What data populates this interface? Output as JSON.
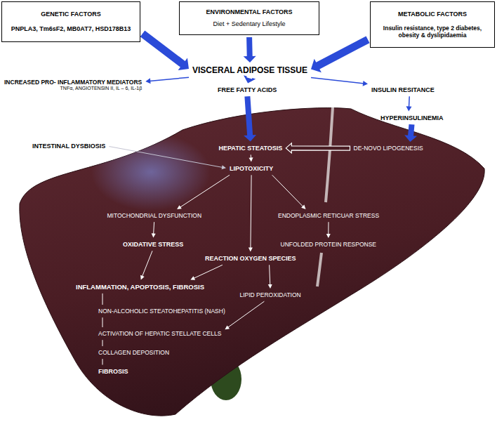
{
  "diagram": {
    "nodes": [
      {
        "text": [
          "GENETIC FACTORS",
          "PNPLA3, Tm6sF2, MB0AT7, HSD178B13"
        ]
      },
      {
        "text": [
          "ENVIRONMENTAL FACTORS",
          "Diet + Sedentary Lifestyle"
        ]
      },
      {
        "text": [
          "METABOLIC FACTORS",
          "Insulin resistance, type 2 diabetes, obesity & dyslipidaemia"
        ]
      },
      {
        "text": [
          "VISCERAL ADIPOSE TISSUE"
        ]
      },
      {
        "text": [
          "INCREASED PRO- INFLAMMATORY MEDIATORS",
          "TNFα, ANGIOTENSIN II, IL – 6, IL-1β"
        ]
      },
      {
        "text": [
          "FREE FATTY ACIDS"
        ]
      },
      {
        "text": [
          "INSULIN RESITANCE"
        ]
      },
      {
        "text": [
          "HYPERINSULINEMIA"
        ]
      },
      {
        "text": [
          "INTESTINAL DYSBIOSIS"
        ]
      },
      {
        "text": [
          "HEPATIC STEATOSIS"
        ]
      },
      {
        "text": [
          "DE-NOVO LIPOGENESIS"
        ]
      },
      {
        "text": [
          "LIPOTOXICITY"
        ]
      },
      {
        "text": [
          "MITOCHONDRIAL DYSFUNCTION"
        ]
      },
      {
        "text": [
          "ENDOPLASMIC RETICUAR STRESS"
        ]
      },
      {
        "text": [
          "OXIDATIVE STRESS"
        ]
      },
      {
        "text": [
          "UNFOLDED PROTEIN RESPONSE"
        ]
      },
      {
        "text": [
          "REACTION OXYGEN SPECIES"
        ]
      },
      {
        "text": [
          "INFLAMMATION, APOPTOSIS, FIBROSIS"
        ]
      },
      {
        "text": [
          "LIPID PEROXIDATION"
        ]
      },
      {
        "text": [
          "NON-ALCOHOLIC STEATOHEPATITIS (NASH)"
        ]
      },
      {
        "text": [
          "ACTIVATION OF HEPATIC STELLATE CELLS"
        ]
      },
      {
        "text": [
          "COLLAGEN DEPOSITION"
        ]
      },
      {
        "text": [
          "FIBROSIS"
        ]
      }
    ],
    "edges": [
      {
        "from": 0,
        "to": 3,
        "arrow": "to"
      },
      {
        "from": 1,
        "to": 3,
        "arrow": "to"
      },
      {
        "from": 2,
        "to": 3,
        "arrow": "to"
      },
      {
        "from": 3,
        "to": 4,
        "arrow": "to"
      },
      {
        "from": 3,
        "to": 5,
        "arrow": "to"
      },
      {
        "from": 3,
        "to": 6,
        "arrow": "to"
      },
      {
        "from": 6,
        "to": 7,
        "arrow": "to"
      },
      {
        "from": 7,
        "to": 10,
        "arrow": "to"
      },
      {
        "from": 10,
        "to": 9,
        "arrow": "to"
      },
      {
        "from": 5,
        "to": 9,
        "arrow": "to"
      },
      {
        "from": 8,
        "to": 11,
        "arrow": "to"
      },
      {
        "from": 9,
        "to": 11,
        "arrow": "to"
      },
      {
        "from": 11,
        "to": 12,
        "arrow": "to"
      },
      {
        "from": 11,
        "to": 13,
        "arrow": "to"
      },
      {
        "from": 11,
        "to": 16,
        "arrow": "to"
      },
      {
        "from": 12,
        "to": 14,
        "arrow": "to"
      },
      {
        "from": 13,
        "to": 15,
        "arrow": "to"
      },
      {
        "from": 14,
        "to": 17,
        "arrow": "to"
      },
      {
        "from": 16,
        "to": 17,
        "arrow": "to"
      },
      {
        "from": 16,
        "to": 18,
        "arrow": "to"
      },
      {
        "from": 18,
        "to": 20,
        "arrow": "to"
      },
      {
        "from": 17,
        "to": 19,
        "arrow": "none"
      },
      {
        "from": 19,
        "to": 20,
        "arrow": "none"
      },
      {
        "from": 20,
        "to": 21,
        "arrow": "none"
      },
      {
        "from": 21,
        "to": 22,
        "arrow": "none"
      }
    ]
  }
}
